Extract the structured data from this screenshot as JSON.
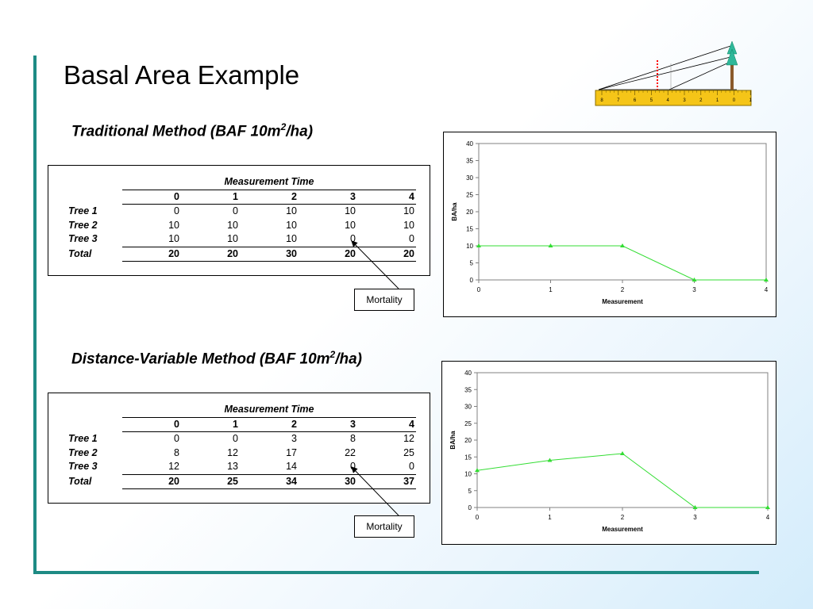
{
  "slide": {
    "title": "Basal Area Example"
  },
  "sections": [
    {
      "subtitle_text": "Traditional Method (BAF 10m",
      "subtitle_sup": "2",
      "subtitle_tail": "/ha)",
      "table": {
        "header": "Measurement Time",
        "columns": [
          "0",
          "1",
          "2",
          "3",
          "4"
        ],
        "rows": [
          {
            "label": "Tree 1",
            "values": [
              "0",
              "0",
              "10",
              "10",
              "10"
            ]
          },
          {
            "label": "Tree 2",
            "values": [
              "10",
              "10",
              "10",
              "10",
              "10"
            ]
          },
          {
            "label": "Tree 3",
            "values": [
              "10",
              "10",
              "10",
              "0",
              "0"
            ]
          }
        ],
        "total": {
          "label": "Total",
          "values": [
            "20",
            "20",
            "30",
            "20",
            "20"
          ]
        }
      },
      "callout": "Mortality"
    },
    {
      "subtitle_text": "Distance-Variable Method (BAF 10m",
      "subtitle_sup": "2",
      "subtitle_tail": "/ha)",
      "table": {
        "header": "Measurement Time",
        "columns": [
          "0",
          "1",
          "2",
          "3",
          "4"
        ],
        "rows": [
          {
            "label": "Tree 1",
            "values": [
              "0",
              "0",
              "3",
              "8",
              "12"
            ]
          },
          {
            "label": "Tree 2",
            "values": [
              "8",
              "12",
              "17",
              "22",
              "25"
            ]
          },
          {
            "label": "Tree 3",
            "values": [
              "12",
              "13",
              "14",
              "0",
              "0"
            ]
          }
        ],
        "total": {
          "label": "Total",
          "values": [
            "20",
            "25",
            "34",
            "30",
            "37"
          ]
        }
      },
      "callout": "Mortality"
    }
  ],
  "ruler": {
    "ticks": [
      "8",
      "7",
      "6",
      "5",
      "4",
      "3",
      "2",
      "1",
      "0",
      "1"
    ]
  },
  "colors": {
    "accent": "#1e8b84",
    "series": "#33dd33",
    "tree": "#2fb89a",
    "ruler": "#f5c518"
  },
  "chart_data": [
    {
      "type": "line",
      "x": [
        0,
        1,
        2,
        3,
        4
      ],
      "series": [
        {
          "values": [
            10,
            10,
            10,
            0,
            0
          ]
        }
      ],
      "xlabel": "Measurement",
      "ylabel": "BA/ha",
      "xlim": [
        0,
        4
      ],
      "ylim": [
        0,
        40
      ],
      "xticks": [
        "0",
        "1",
        "2",
        "3",
        "4"
      ],
      "yticks": [
        "0",
        "5",
        "10",
        "15",
        "20",
        "25",
        "30",
        "35",
        "40"
      ],
      "grid": false
    },
    {
      "type": "line",
      "x": [
        0,
        1,
        2,
        3,
        4
      ],
      "series": [
        {
          "values": [
            11,
            14,
            16,
            0,
            0
          ]
        }
      ],
      "xlabel": "Measurement",
      "ylabel": "BA/ha",
      "xlim": [
        0,
        4
      ],
      "ylim": [
        0,
        40
      ],
      "xticks": [
        "0",
        "1",
        "2",
        "3",
        "4"
      ],
      "yticks": [
        "0",
        "5",
        "10",
        "15",
        "20",
        "25",
        "30",
        "35",
        "40"
      ],
      "grid": false
    }
  ]
}
